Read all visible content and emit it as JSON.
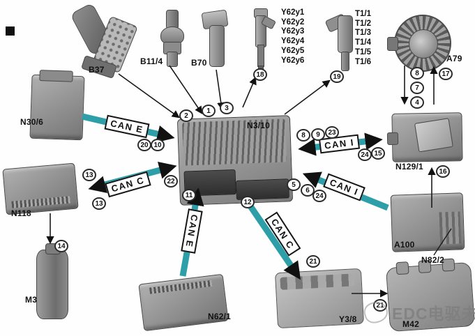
{
  "labels": {
    "b37": "B37",
    "b11_4": "B11/4",
    "b70": "B70",
    "n3_10": "N3/10",
    "a79": "A79",
    "n30_6": "N30/6",
    "n129_1": "N129/1",
    "n118": "N118",
    "m3": "M3",
    "n62_1": "N62/1",
    "y3_8": "Y3/8",
    "a100": "A100",
    "n82_2": "N82/2",
    "m42": "M42"
  },
  "injectors": [
    "Y62y1",
    "Y62y2",
    "Y62y3",
    "Y62y4",
    "Y62y5",
    "Y62y6"
  ],
  "coils": [
    "T1/1",
    "T1/2",
    "T1/3",
    "T1/4",
    "T1/5",
    "T1/6"
  ],
  "bus_labels": {
    "can_e_left": "CAN E",
    "can_c_left": "CAN C",
    "can_e_bottom": "CAN E",
    "can_c_bottom": "CAN C",
    "can_i_upper": "CAN I",
    "can_i_lower": "CAN I"
  },
  "badges": [
    "2",
    "1",
    "3",
    "18",
    "19",
    "8",
    "7",
    "4",
    "17",
    "20",
    "10",
    "13",
    "22",
    "13",
    "14",
    "11",
    "12",
    "21",
    "8",
    "9",
    "23",
    "24",
    "15",
    "5",
    "6",
    "24",
    "16",
    "21"
  ],
  "watermark": {
    "text": "EDC电驱未来"
  },
  "colors": {
    "bus_arrow": "#2e9fa8",
    "arrowhead": "#111111",
    "device_gray": "#8c8c8c",
    "badge_border": "#2b2b2b",
    "label_text": "#111111"
  }
}
